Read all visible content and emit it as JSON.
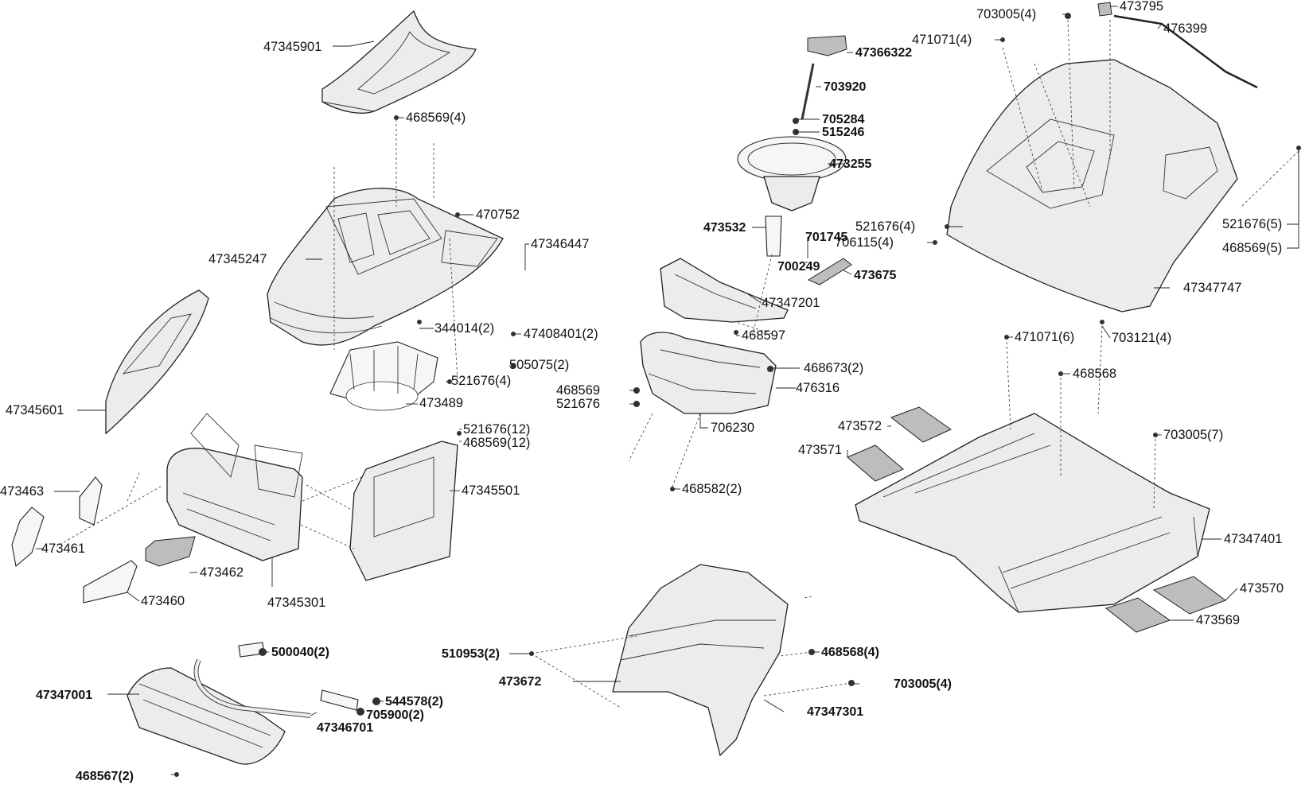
{
  "labels": {
    "l_47345901": "47345901",
    "l_468569_4": "468569(4)",
    "l_470752": "470752",
    "l_47345247": "47345247",
    "l_47346447": "47346447",
    "l_344014_2": "344014(2)",
    "l_47408401_2": "47408401(2)",
    "l_505075_2": "505075(2)",
    "l_521676_4a": "521676(4)",
    "l_473489": "473489",
    "l_47345601": "47345601",
    "l_521676_12": "521676(12)",
    "l_468569_12": "468569(12)",
    "l_47345501": "47345501",
    "l_473463": "473463",
    "l_473461": "473461",
    "l_473462": "473462",
    "l_473460": "473460",
    "l_47345301": "47345301",
    "l_500040_2": "500040(2)",
    "l_47347001": "47347001",
    "l_544578_2": "544578(2)",
    "l_705900_2": "705900(2)",
    "l_47346701": "47346701",
    "l_468567_2": "468567(2)",
    "l_47366322": "47366322",
    "l_703920": "703920",
    "l_705284": "705284",
    "l_515246": "515246",
    "l_473255": "473255",
    "l_473532": "473532",
    "l_701745": "701745",
    "l_700249": "700249",
    "l_473675": "473675",
    "l_47347201": "47347201",
    "l_468597": "468597",
    "l_468673_2": "468673(2)",
    "l_476316": "476316",
    "l_468569": "468569",
    "l_521676": "521676",
    "l_706230": "706230",
    "l_468582_2": "468582(2)",
    "l_510953_2": "510953(2)",
    "l_473672": "473672",
    "l_468568_4": "468568(4)",
    "l_703005_4b": "703005(4)",
    "l_47347301": "47347301",
    "l_703005_4a": "703005(4)",
    "l_473795": "473795",
    "l_471071_4": "471071(4)",
    "l_476399": "476399",
    "l_521676_4b": "521676(4)",
    "l_706115_4": "706115(4)",
    "l_521676_5": "521676(5)",
    "l_468569_5": "468569(5)",
    "l_47347747": "47347747",
    "l_471071_6": "471071(6)",
    "l_703121_4": "703121(4)",
    "l_468568": "468568",
    "l_473572": "473572",
    "l_473571": "473571",
    "l_703005_7": "703005(7)",
    "l_47347401": "47347401",
    "l_473570": "473570",
    "l_473569": "473569"
  }
}
